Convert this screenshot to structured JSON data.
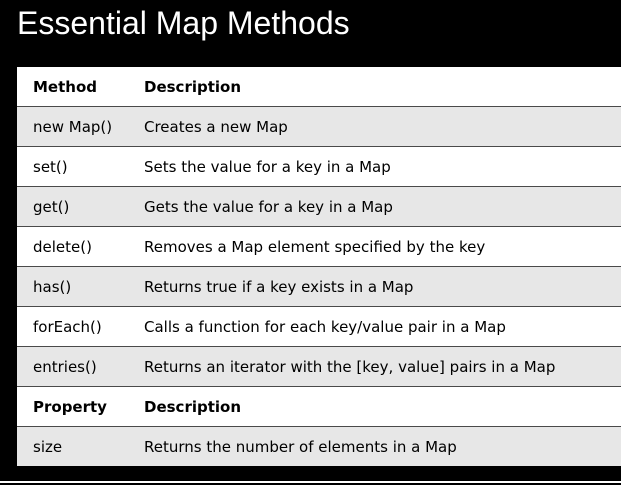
{
  "page": {
    "title": "Essential Map Methods"
  },
  "table": {
    "method_header": {
      "col1": "Method",
      "col2": "Description"
    },
    "methods": [
      {
        "name": "new Map()",
        "description": "Creates a new Map"
      },
      {
        "name": "set()",
        "description": "Sets the value for a key in a Map"
      },
      {
        "name": "get()",
        "description": "Gets the value for a key in a Map"
      },
      {
        "name": "delete()",
        "description": "Removes a Map element specified by the key"
      },
      {
        "name": "has()",
        "description": "Returns true if a key exists in a Map"
      },
      {
        "name": "forEach()",
        "description": "Calls a function for each key/value pair in a Map"
      },
      {
        "name": "entries()",
        "description": "Returns an iterator with the [key, value] pairs in a Map"
      }
    ],
    "property_header": {
      "col1": "Property",
      "col2": "Description"
    },
    "properties": [
      {
        "name": "size",
        "description": "Returns the number of elements in a Map"
      }
    ]
  },
  "colors": {
    "background": "#000000",
    "title_text": "#ffffff",
    "row_shaded": "#e7e7e7",
    "row_plain": "#ffffff",
    "row_border": "#4a4a4a"
  }
}
